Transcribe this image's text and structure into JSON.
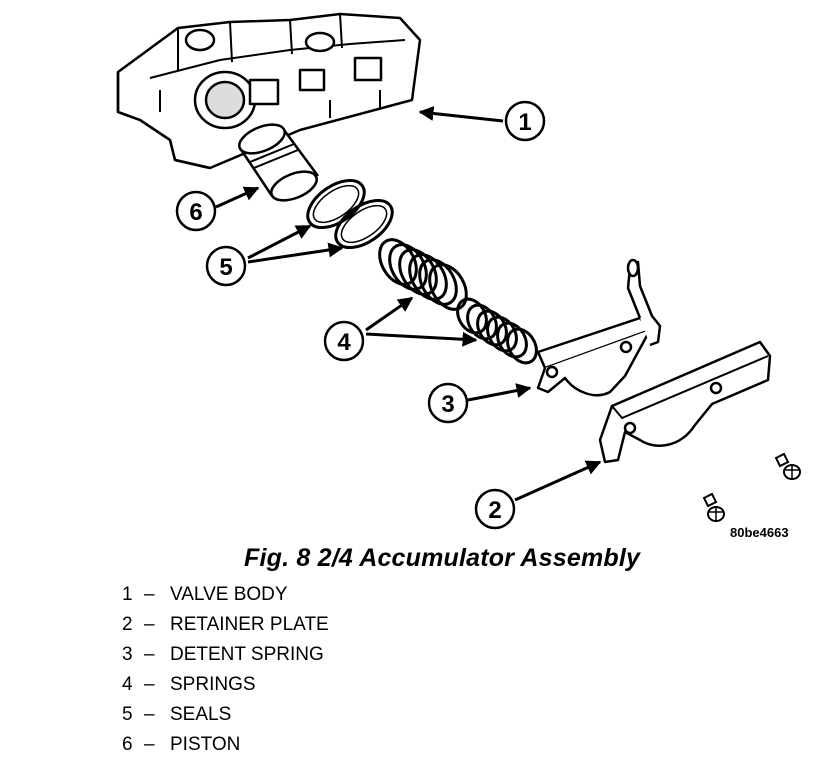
{
  "figure": {
    "caption": "Fig. 8 2/4 Accumulator Assembly",
    "image_code": "80be4663",
    "callouts": [
      "1",
      "2",
      "3",
      "4",
      "5",
      "6"
    ]
  },
  "legend": [
    {
      "number": "1",
      "separator": "–",
      "label": "VALVE BODY"
    },
    {
      "number": "2",
      "separator": "–",
      "label": "RETAINER PLATE"
    },
    {
      "number": "3",
      "separator": "–",
      "label": "DETENT SPRING"
    },
    {
      "number": "4",
      "separator": "–",
      "label": "SPRINGS"
    },
    {
      "number": "5",
      "separator": "–",
      "label": "SEALS"
    },
    {
      "number": "6",
      "separator": "–",
      "label": "PISTON"
    }
  ]
}
